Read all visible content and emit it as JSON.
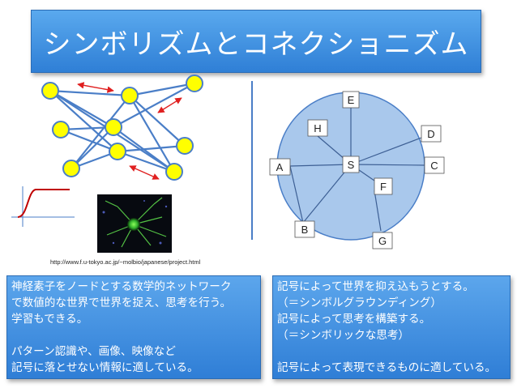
{
  "title": "シンボリズムとコネクショニズム",
  "url": "http://www.f.u-tokyo.ac.jp/~molbio/japanese/project.html",
  "left_box": {
    "lines": [
      "神経素子をノードとする数学的ネットワーク",
      "で数値的な世界で世界を捉え、思考を行う。",
      "学習もできる。",
      "",
      "パターン認識や、画像、映像など",
      "記号に落とせない情報に適している。"
    ]
  },
  "right_box": {
    "lines": [
      "記号によって世界を抑え込もうとする。",
      "（＝シンボルグラウンディング）",
      "記号によって思考を構築する。",
      "（＝シンボリックな思考）",
      "",
      "記号によって表現できるものに適している。"
    ]
  },
  "symbol_graph": {
    "center": "S",
    "nodes": [
      "A",
      "B",
      "C",
      "D",
      "E",
      "F",
      "G",
      "H"
    ]
  },
  "colors": {
    "accent": "#3a8ae0",
    "node_fill": "#ffff00",
    "node_edge": "#4a7ec7",
    "arrow": "#e02020",
    "circle_fill": "#a9c8ec",
    "sigmoid": "#c00000"
  }
}
